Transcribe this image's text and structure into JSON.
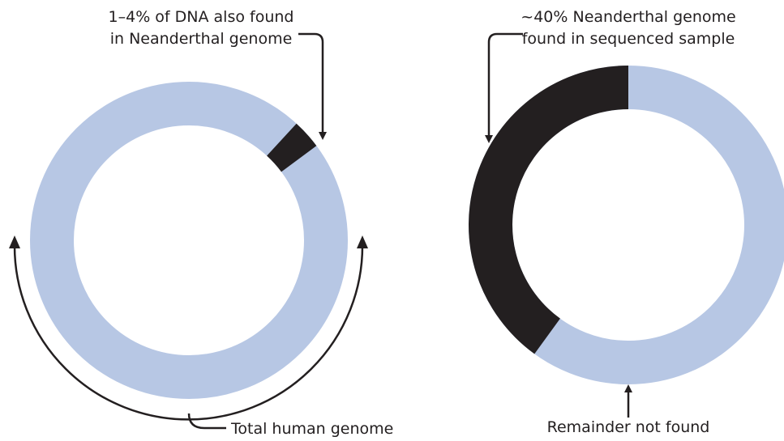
{
  "colors": {
    "ring": "#b7c7e4",
    "highlight": "#231f20",
    "stroke": "#231f20"
  },
  "chart_data": [
    {
      "type": "pie",
      "style": "donut",
      "slices": [
        {
          "label": "1–4% of DNA also found in Neanderthal genome",
          "value": 3,
          "color": "#231f20"
        },
        {
          "label": "Total human genome",
          "value": 97,
          "color": "#b7c7e4"
        }
      ],
      "annotations": {
        "callout_line1": "1–4% of DNA also found",
        "callout_line2": "in Neanderthal genome",
        "bottom_label": "Total human genome"
      }
    },
    {
      "type": "pie",
      "style": "donut",
      "slices": [
        {
          "label": "~40% Neanderthal genome found in sequenced sample",
          "value": 40,
          "color": "#231f20"
        },
        {
          "label": "Remainder not found",
          "value": 60,
          "color": "#b7c7e4"
        }
      ],
      "annotations": {
        "callout_line1": "~40% Neanderthal genome",
        "callout_line2": "found in sequenced sample",
        "bottom_label": "Remainder not found"
      }
    }
  ]
}
